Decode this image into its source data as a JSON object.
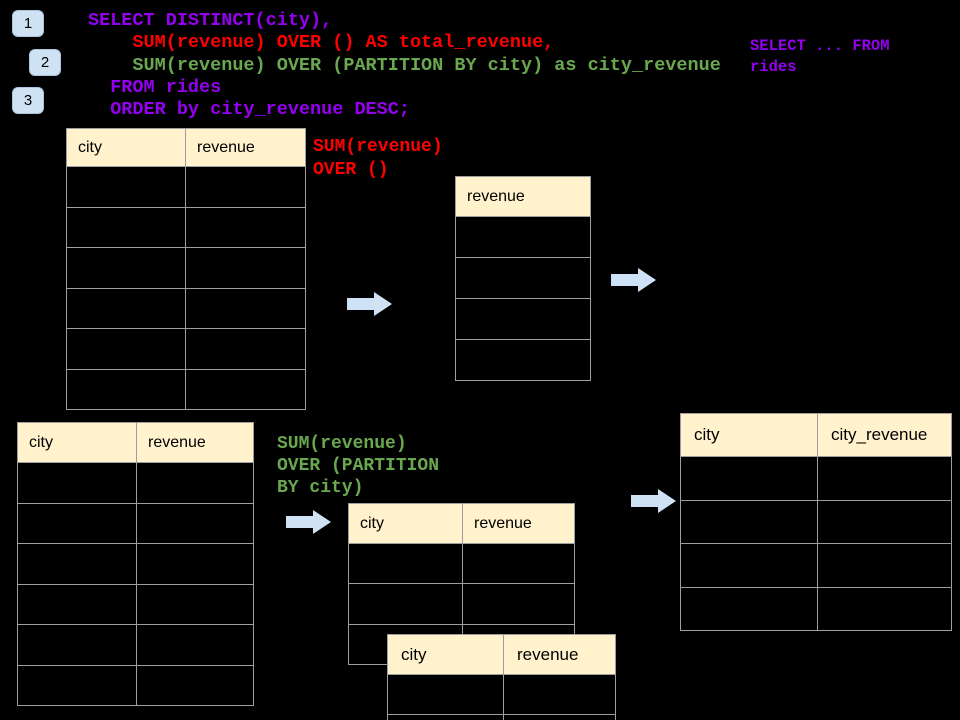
{
  "colors": {
    "background": "#000000",
    "sql_purple": "#9500F0",
    "sql_red": "#FF0000",
    "sql_green": "#6AA84F",
    "table_header_fill": "#FFF2CC",
    "table_border": "#9E9E9E",
    "arrow_fill": "#CFE1F5",
    "badge_fill": "#CFE2F3"
  },
  "badges": [
    {
      "label": "1"
    },
    {
      "label": "2"
    },
    {
      "label": "3"
    }
  ],
  "sql_code": {
    "lines": [
      {
        "text": "SELECT DISTINCT(city),",
        "color": "#9500F0"
      },
      {
        "text": "    SUM(revenue) OVER () AS total_revenue,",
        "color": "#FF0000"
      },
      {
        "text": "    SUM(revenue) OVER (PARTITION BY city) as city_revenue",
        "color": "#6AA84F"
      },
      {
        "text": "  FROM rides",
        "color": "#9500F0"
      },
      {
        "text": "  ORDER by city_revenue DESC;",
        "color": "#9500F0"
      }
    ]
  },
  "side_note": {
    "lines": [
      {
        "text": "SELECT ... FROM",
        "color": "#9500F0"
      },
      {
        "text": "rides",
        "color": "#9500F0"
      }
    ]
  },
  "total_revenue_label": {
    "lines": [
      {
        "text": "SUM(revenue)",
        "color": "#FF0000"
      },
      {
        "text": "OVER ()",
        "color": "#FF0000"
      }
    ]
  },
  "partition_label": {
    "lines": [
      {
        "text": "SUM(revenue)",
        "color": "#6AA84F"
      },
      {
        "text": "OVER (PARTITION",
        "color": "#6AA84F"
      },
      {
        "text": "BY city)",
        "color": "#6AA84F"
      }
    ]
  },
  "tables": {
    "source_top": {
      "headers": [
        "city",
        "revenue"
      ],
      "empty_rows": 6
    },
    "total_revenue_result": {
      "headers": [
        "revenue"
      ],
      "empty_rows": 4
    },
    "source_bottom": {
      "headers": [
        "city",
        "revenue"
      ],
      "empty_rows": 6
    },
    "partition_step": {
      "headers": [
        "city",
        "revenue"
      ],
      "empty_rows": 3
    },
    "partition_overlay": {
      "headers": [
        "city",
        "revenue"
      ],
      "empty_rows": 2
    },
    "city_revenue_result": {
      "headers": [
        "city",
        "city_revenue"
      ],
      "empty_rows": 4
    }
  }
}
